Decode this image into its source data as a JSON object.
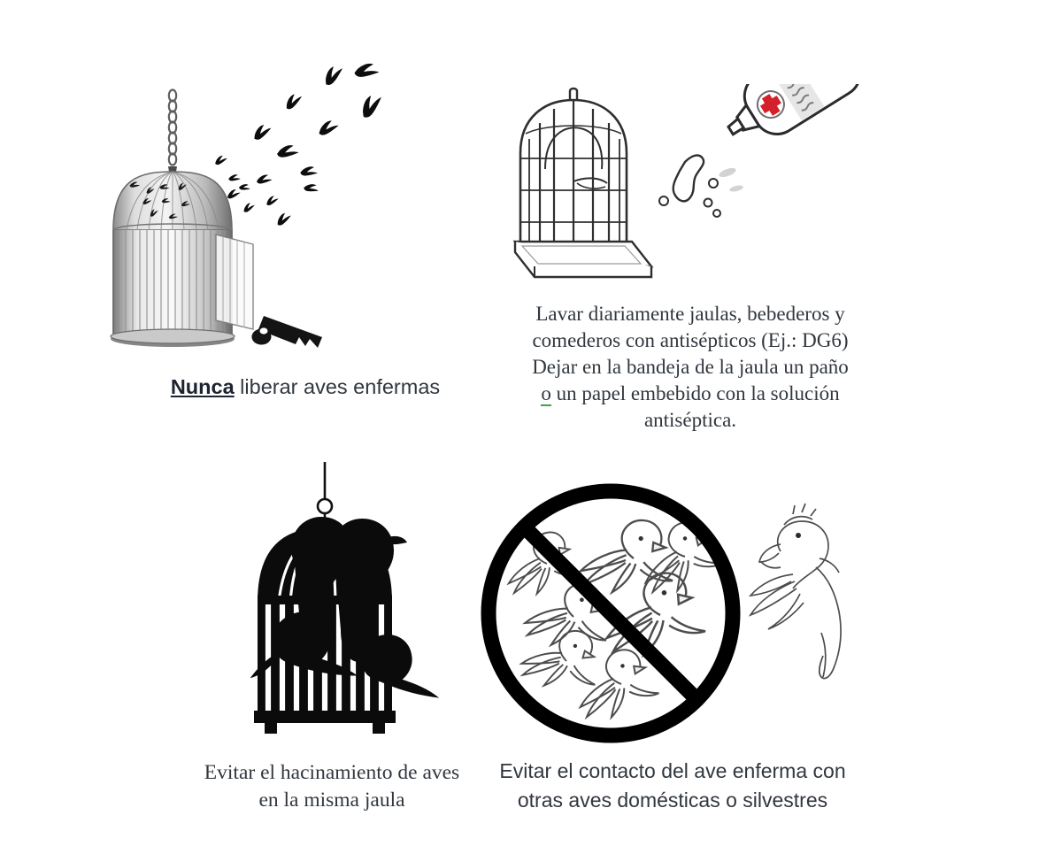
{
  "document": {
    "background_color": "#ffffff",
    "text_color": "#31373f",
    "accent_green": "#3fa34d",
    "accent_red": "#d4202a"
  },
  "panels": [
    {
      "id": "cage-release",
      "illustration": "open-birdcage-birds-flying-out-with-key",
      "caption": {
        "emphasis": "Nunca",
        "rest": " liberar aves enfermas",
        "font": "sans"
      }
    },
    {
      "id": "cage-wash",
      "illustration": "birdcage-with-disinfectant-bottle-pouring",
      "caption": {
        "line1": "Lavar diariamente jaulas, bebederos y",
        "line2": "comederos con antisépticos (Ej.: DG6)",
        "line3": "Dejar en la bandeja de la jaula un paño",
        "line4_flagged": "o",
        "line4_rest": " un papel embebido con la solución",
        "line5": "antiséptica.",
        "font": "serif"
      }
    },
    {
      "id": "cage-crowded",
      "illustration": "silhouette-birdcage-four-birds-overcrowded",
      "caption": {
        "line1": "Evitar el hacinamiento de aves",
        "line2": "en la misma jaula",
        "font": "serif"
      }
    },
    {
      "id": "no-contact",
      "illustration": "prohibition-sign-over-flock-with-parrot-outside",
      "caption": {
        "line1": "Evitar el contacto del ave enferma con",
        "line2": "otras aves domésticas o silvestres",
        "font": "sans"
      }
    }
  ]
}
